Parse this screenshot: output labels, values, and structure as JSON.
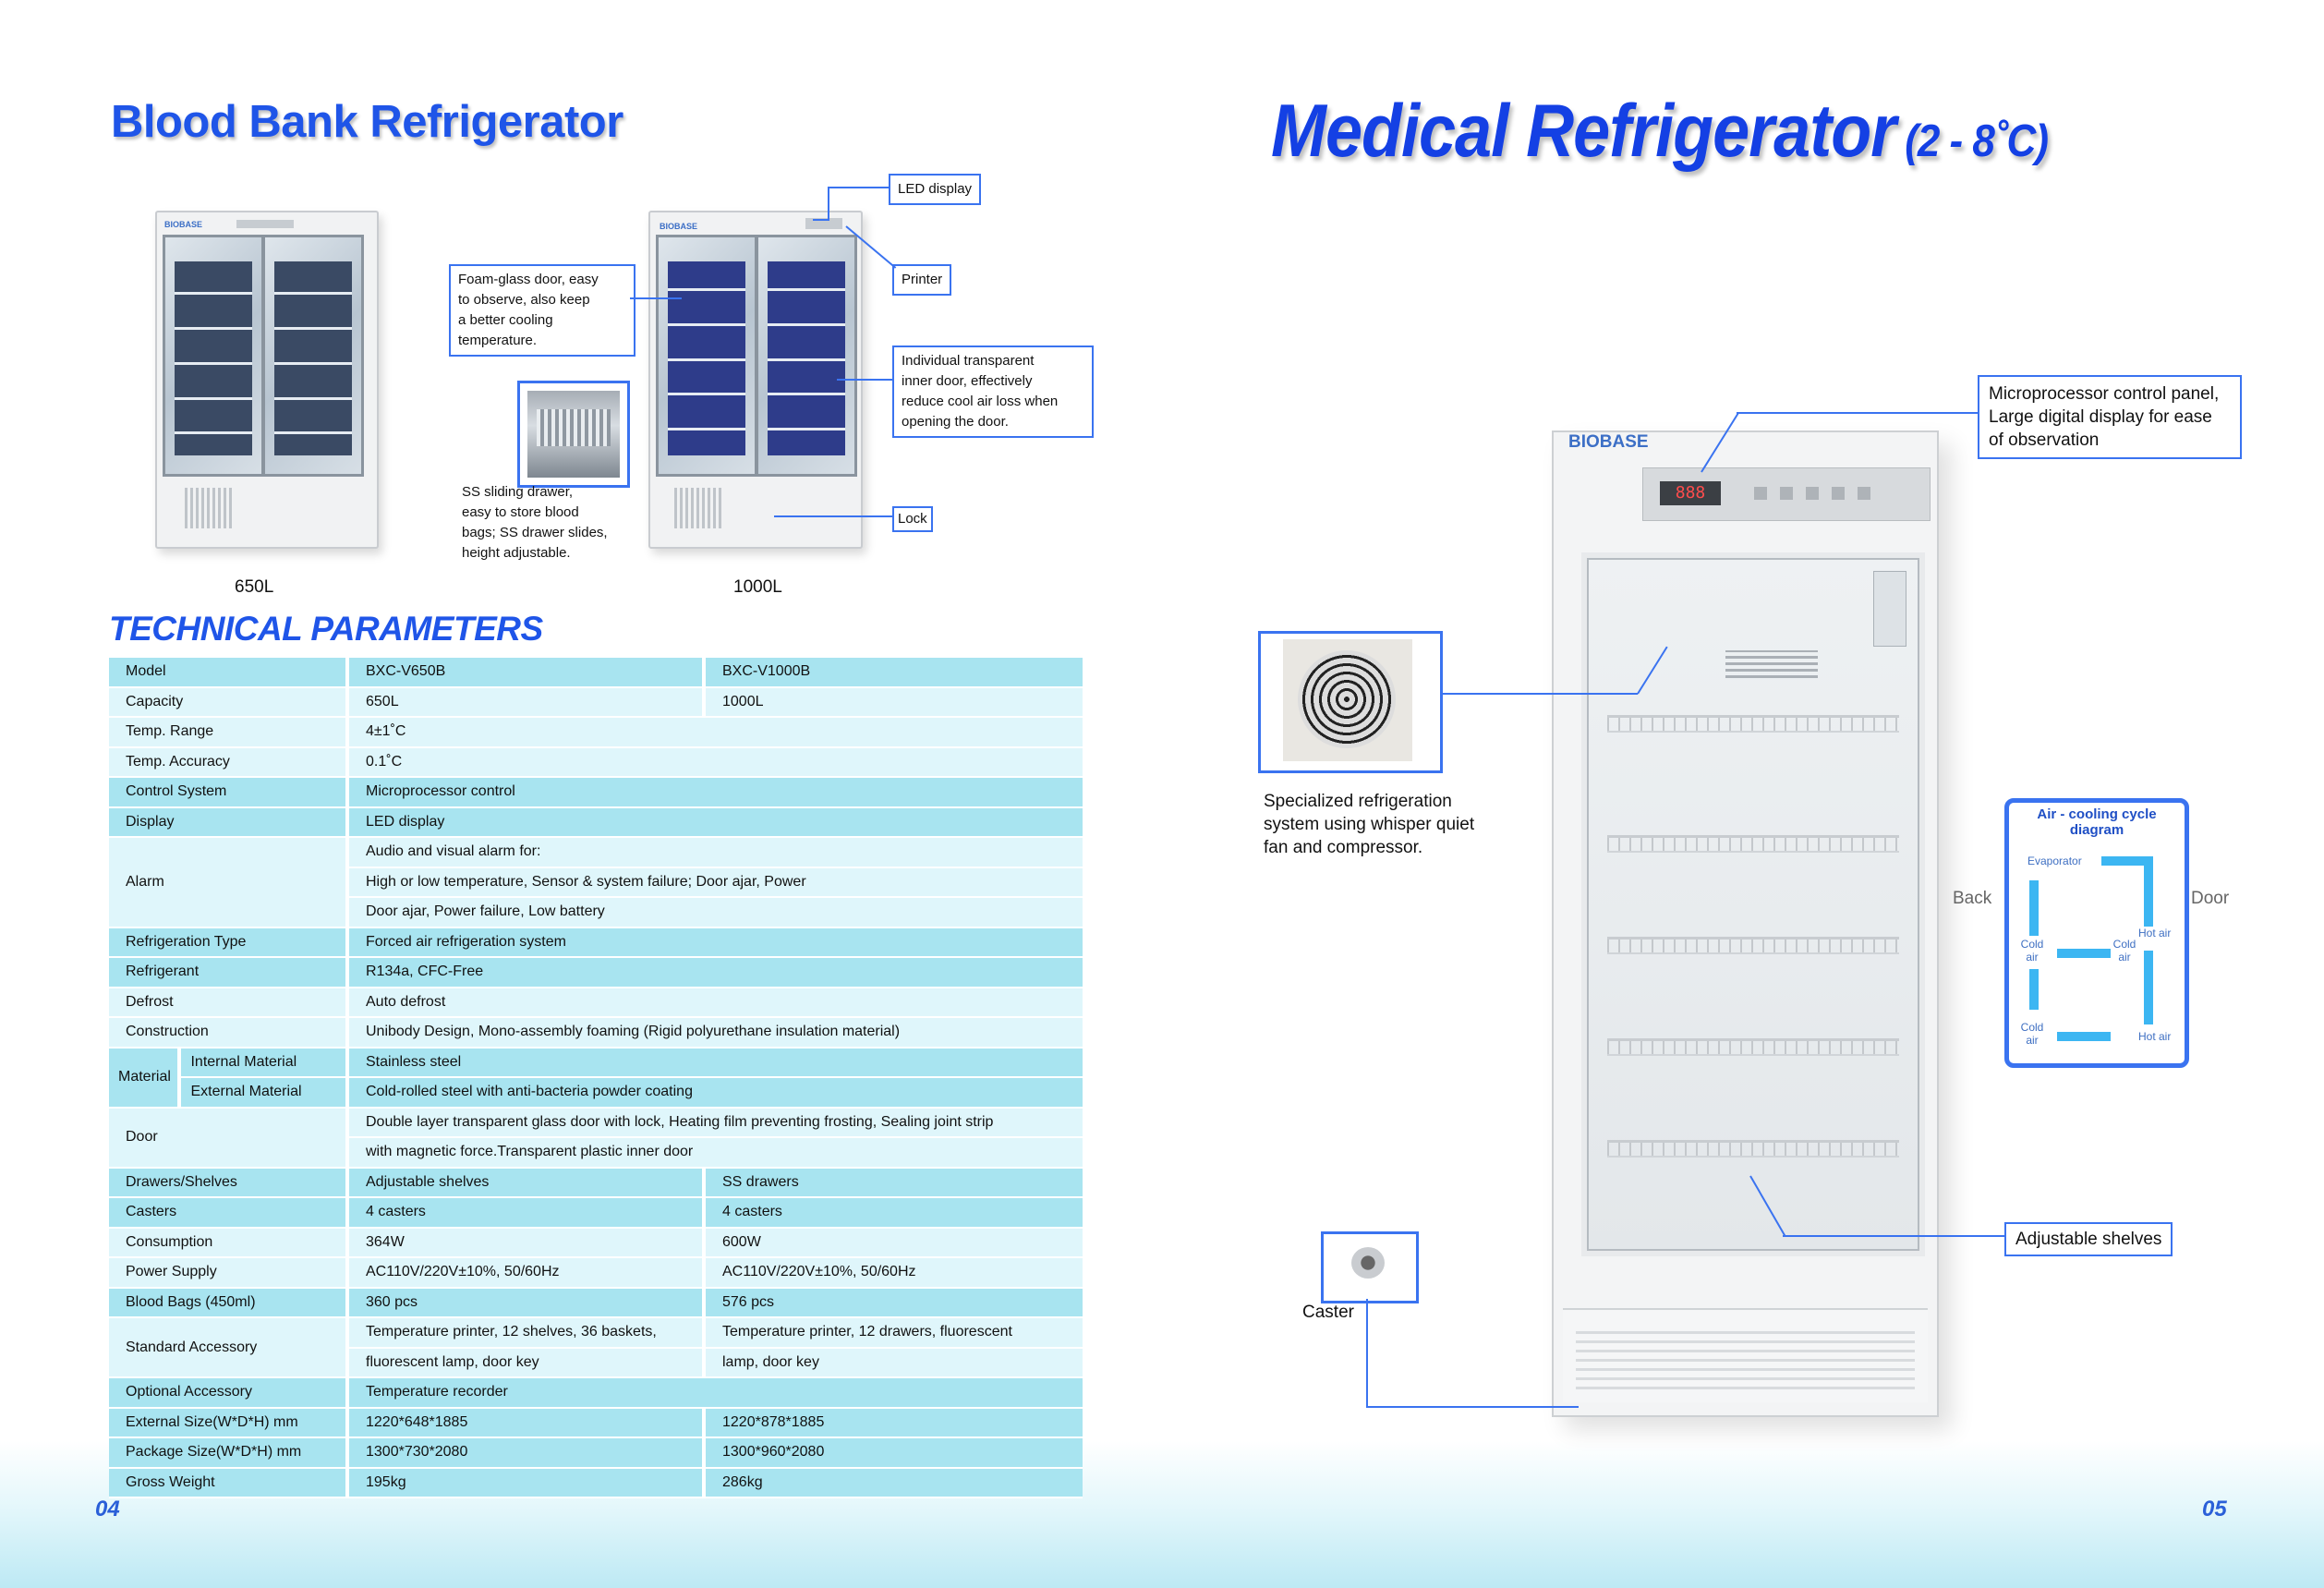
{
  "left": {
    "title": "Blood Bank Refrigerator",
    "brand": "BIOBASE",
    "models": {
      "small": "650L",
      "large": "1000L"
    },
    "callouts": {
      "led": "LED display",
      "printer": "Printer",
      "foam": [
        "Foam-glass door, easy",
        "to observe, also keep",
        "a better cooling",
        "temperature."
      ],
      "inner": [
        "Individual transparent",
        "inner door, effectively",
        "reduce cool air loss when",
        "opening the door."
      ],
      "lock": "Lock",
      "drawer": [
        "SS sliding drawer,",
        "easy to store blood",
        "bags; SS drawer slides,",
        "height adjustable."
      ]
    },
    "tech_title": "TECHNICAL PARAMETERS",
    "page_number": "04"
  },
  "table": {
    "model": [
      "Model",
      "BXC-V650B",
      "BXC-V1000B"
    ],
    "capacity": [
      "Capacity",
      "650L",
      "1000L"
    ],
    "temp_range": [
      "Temp. Range",
      "4±1˚C"
    ],
    "temp_accuracy": [
      "Temp. Accuracy",
      "0.1˚C"
    ],
    "control": [
      "Control System",
      "Microprocessor control"
    ],
    "display": [
      "Display",
      "LED display"
    ],
    "alarm": [
      "Alarm",
      "Audio and visual alarm for:",
      "High or low temperature, Sensor & system failure; Door ajar, Power",
      "Door ajar, Power failure, Low battery"
    ],
    "refrig_type": [
      "Refrigeration Type",
      "Forced air refrigeration system"
    ],
    "refrigerant": [
      "Refrigerant",
      "R134a, CFC-Free"
    ],
    "defrost": [
      "Defrost",
      "Auto defrost"
    ],
    "construction": [
      "Construction",
      "Unibody Design, Mono-assembly foaming (Rigid polyurethane insulation material)"
    ],
    "material": [
      "Material",
      "Internal Material",
      "Stainless steel",
      "External Material",
      "Cold-rolled steel with anti-bacteria powder coating"
    ],
    "door": [
      "Door",
      "Double layer transparent glass door with lock, Heating film preventing frosting, Sealing joint strip",
      "with magnetic force.Transparent plastic inner door"
    ],
    "shelves": [
      "Drawers/Shelves",
      "Adjustable shelves",
      "SS drawers"
    ],
    "casters": [
      "Casters",
      "4 casters",
      "4 casters"
    ],
    "consumption": [
      "Consumption",
      "364W",
      "600W"
    ],
    "power": [
      "Power Supply",
      "AC110V/220V±10%, 50/60Hz",
      "AC110V/220V±10%, 50/60Hz"
    ],
    "bags": [
      "Blood Bags (450ml)",
      "360 pcs",
      "576 pcs"
    ],
    "std_acc": [
      "Standard Accessory",
      "Temperature printer, 12 shelves, 36 baskets,",
      "fluorescent lamp, door key",
      "Temperature printer, 12 drawers, fluorescent",
      "lamp, door key"
    ],
    "opt_acc": [
      "Optional Accessory",
      "Temperature recorder"
    ],
    "ext_size": [
      "External Size(W*D*H) mm",
      "1220*648*1885",
      "1220*878*1885"
    ],
    "pkg_size": [
      "Package Size(W*D*H) mm",
      "1300*730*2080",
      "1300*960*2080"
    ],
    "weight": [
      "Gross Weight",
      "195kg",
      "286kg"
    ]
  },
  "right": {
    "title": "Medical Refrigerator",
    "title_sub": "(2 - 8˚C)",
    "brand": "BIOBASE",
    "display_digits": "888",
    "callout_panel": [
      "Microprocessor control panel,",
      "Large digital display for ease",
      "of observation"
    ],
    "fan_text": [
      "Specialized refrigeration",
      "system using whisper quiet",
      "fan and compressor."
    ],
    "caster_label": "Caster",
    "shelves_label": "Adjustable shelves",
    "cycle": {
      "title": [
        "Air - cooling cycle",
        "diagram"
      ],
      "evaporator": "Evaporator",
      "cold_air": [
        "Cold",
        "air"
      ],
      "hot_air": "Hot air",
      "back": "Back",
      "door": "Door"
    },
    "page_number": "05"
  }
}
